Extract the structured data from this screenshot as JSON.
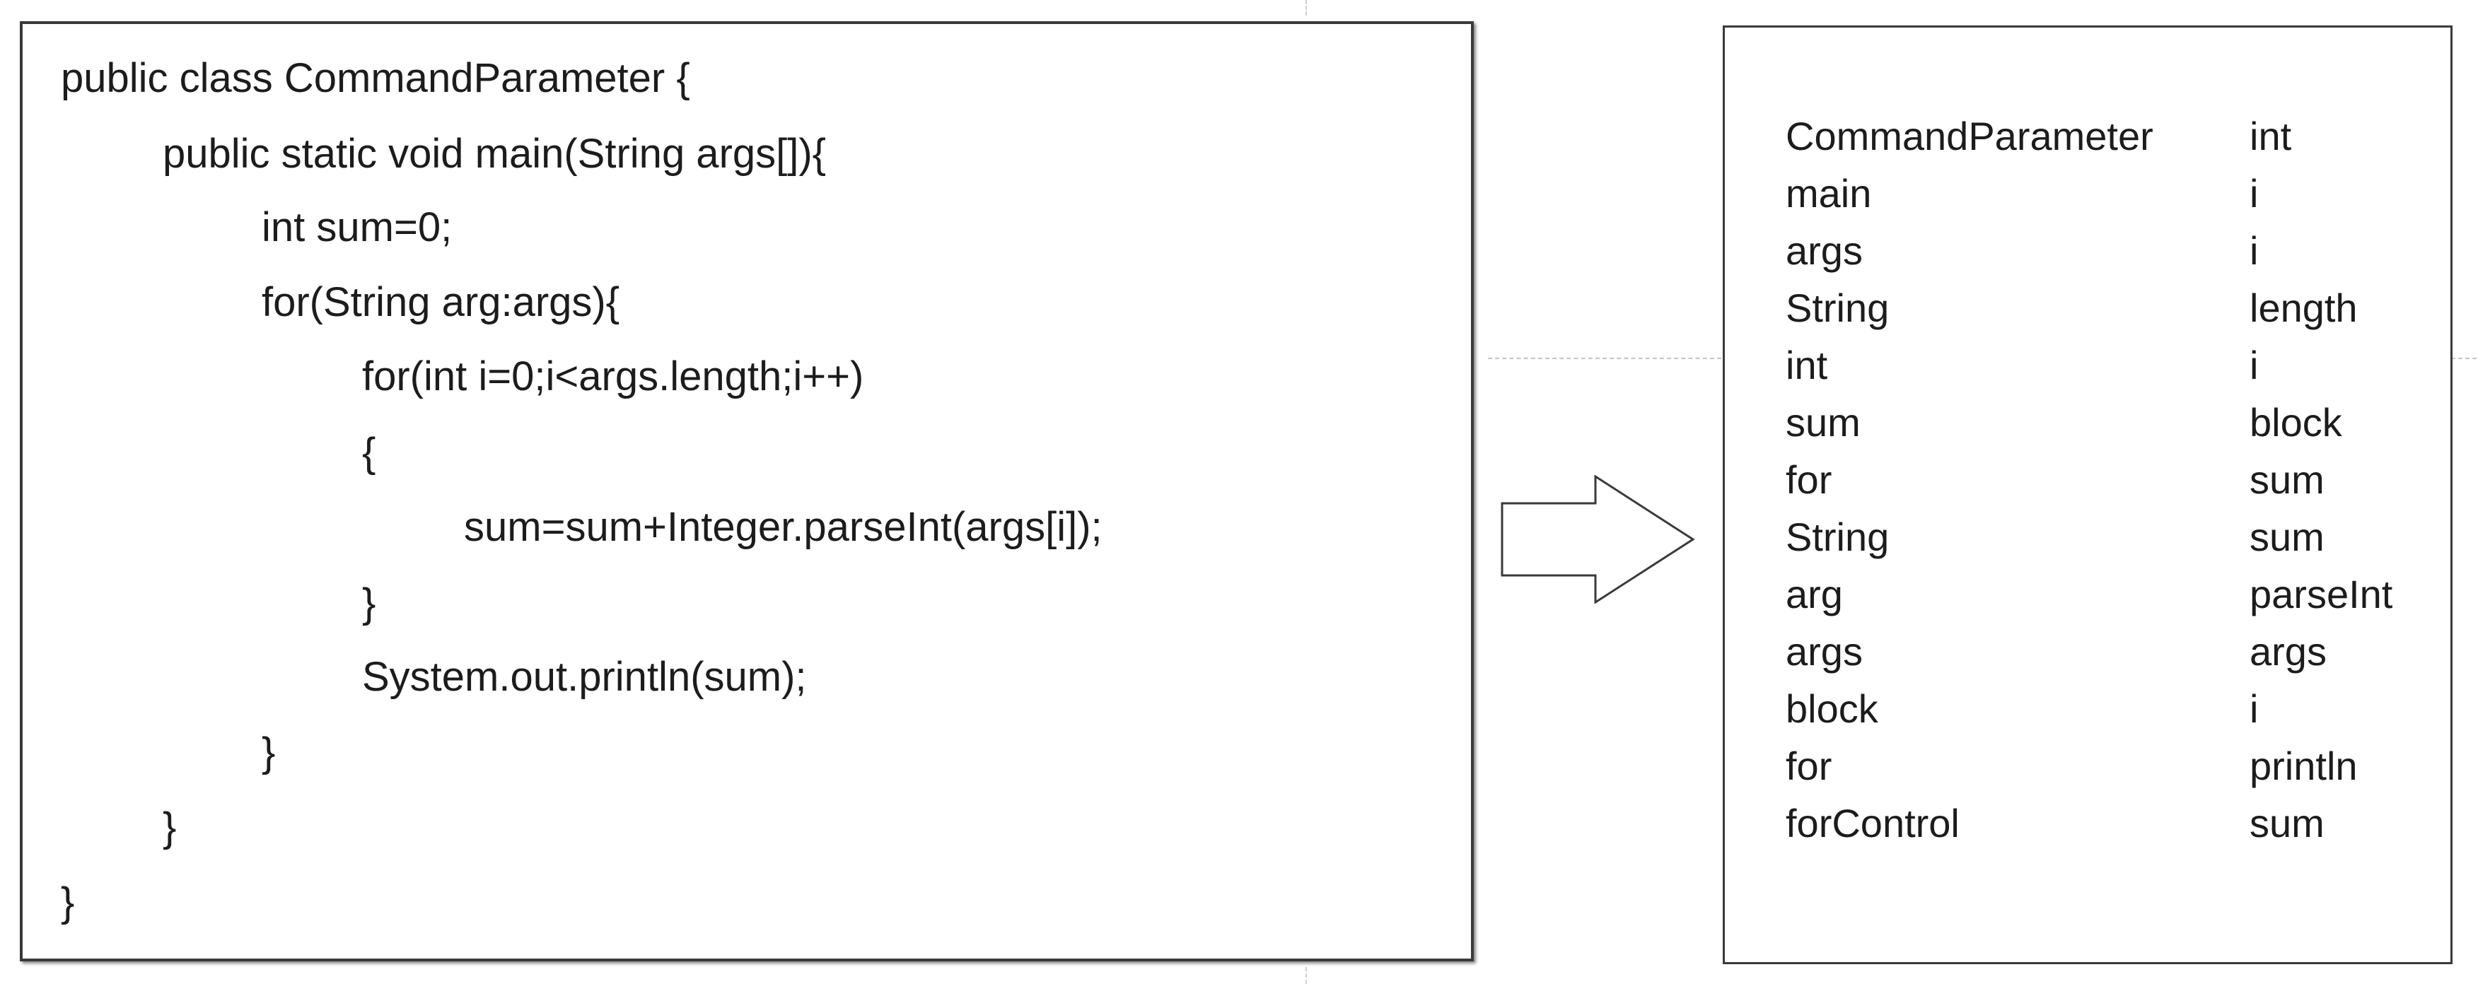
{
  "code_box": {
    "lines": [
      {
        "text": "public class CommandParameter {",
        "indent": 0
      },
      {
        "text": "public static void main(String args[]){",
        "indent": 1
      },
      {
        "text": "int sum=0;",
        "indent": 2
      },
      {
        "text": "for(String arg:args){",
        "indent": 2
      },
      {
        "text": "for(int i=0;i<args.length;i++)",
        "indent": 3
      },
      {
        "text": "{",
        "indent": 3
      },
      {
        "text": "sum=sum+Integer.parseInt(args[i]);",
        "indent": 4
      },
      {
        "text": "}",
        "indent": 3
      },
      {
        "text": "System.out.println(sum);",
        "indent": 3
      },
      {
        "text": "}",
        "indent": 2
      },
      {
        "text": "}",
        "indent": 1
      },
      {
        "text": "}",
        "indent": 0
      }
    ]
  },
  "arrow": {
    "icon": "right-arrow-icon",
    "stroke_color": "#3a3a3a",
    "fill_color": "#ffffff"
  },
  "token_box": {
    "left_column": [
      "CommandParameter",
      "main",
      "args",
      "String",
      "int",
      "sum",
      "for",
      "String",
      "arg",
      "args",
      "block",
      "for",
      "forControl"
    ],
    "right_column": [
      "int",
      "i",
      "i",
      "length",
      "i",
      "block",
      "sum",
      "sum",
      "parseInt",
      "args",
      "i",
      "println",
      "sum"
    ]
  },
  "colors": {
    "border": "#3a3a3a",
    "text": "#1c1c1c",
    "guide": "#c4c4c4",
    "background": "#ffffff"
  }
}
